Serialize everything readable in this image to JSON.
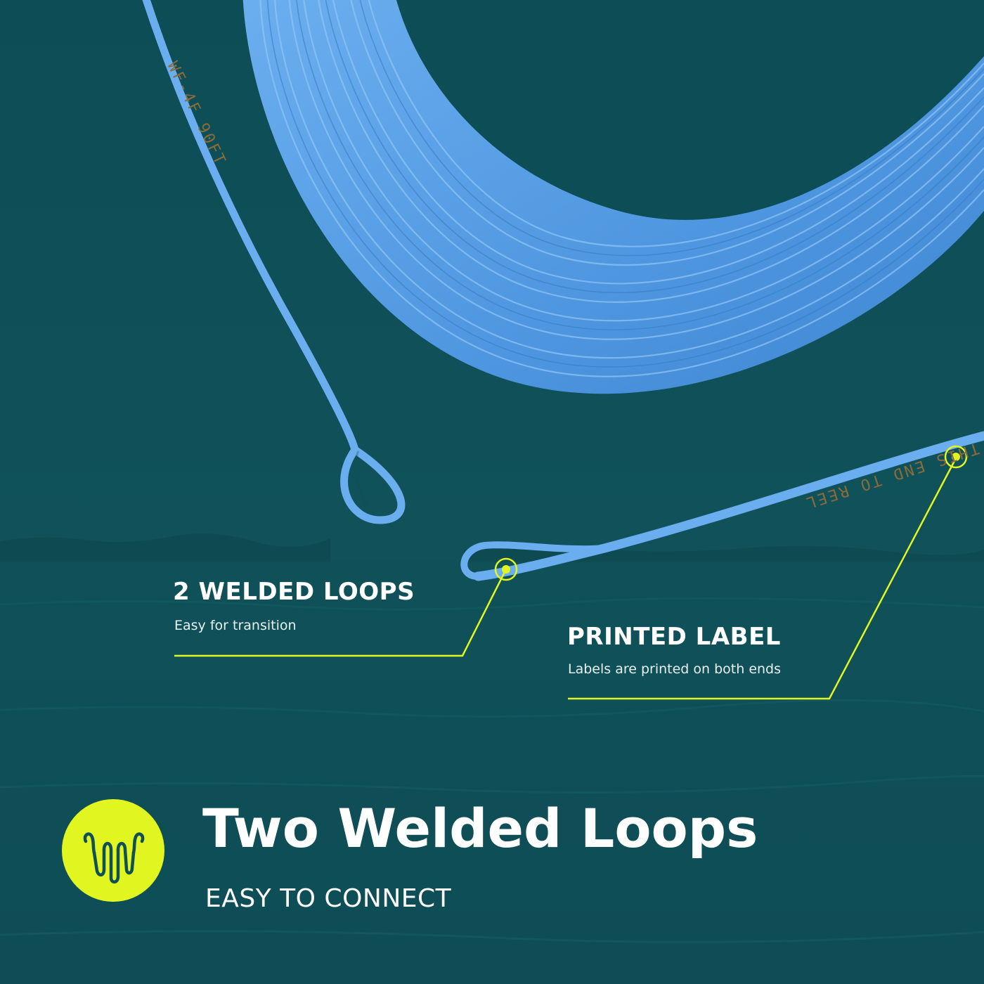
{
  "line_print": {
    "head_label": "WF-4F 90FT",
    "tail_label": "THIS END TO REEL"
  },
  "callouts": {
    "loops": {
      "title": "2 WELDED LOOPS",
      "subtitle": "Easy for transition"
    },
    "label": {
      "title": "PRINTED LABEL",
      "subtitle": "Labels are printed on both ends"
    }
  },
  "feature": {
    "badge_icon": "welded-loop-icon",
    "headline": "Two Welded Loops",
    "subline": "EASY TO CONNECT"
  },
  "colors": {
    "background": "#0f5058",
    "line_blue": "#5ea3e8",
    "accent": "#e1f520"
  }
}
